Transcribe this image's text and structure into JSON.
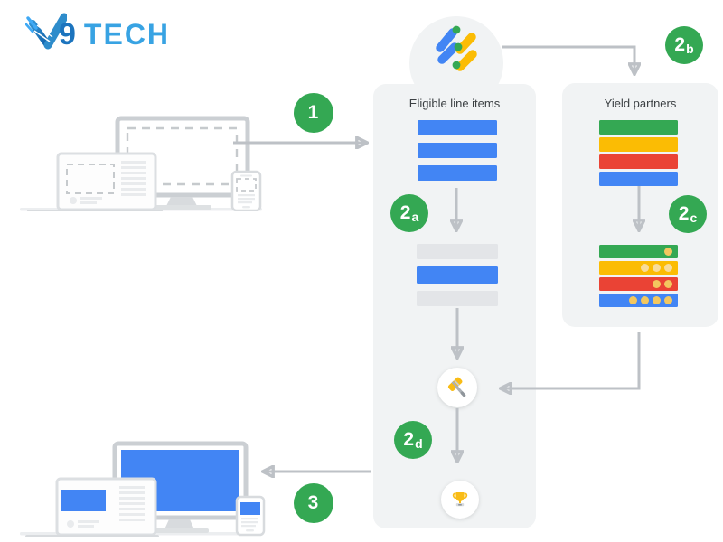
{
  "brand": {
    "number": "9",
    "name": "TECH"
  },
  "flow": {
    "eligible_panel_title": "Eligible line items",
    "yield_panel_title": "Yield partners"
  },
  "badges": {
    "step_1": {
      "main": "1",
      "sub": ""
    },
    "step_2a": {
      "main": "2",
      "sub": "a"
    },
    "step_2b": {
      "main": "2",
      "sub": "b"
    },
    "step_2c": {
      "main": "2",
      "sub": "c"
    },
    "step_2d": {
      "main": "2",
      "sub": "d"
    },
    "step_3": {
      "main": "3",
      "sub": ""
    }
  },
  "colors": {
    "blue": "#4285F4",
    "green": "#34A853",
    "yellow": "#FBBC04",
    "red": "#EA4335",
    "gray_bar": "#E3E5E8",
    "panel_bg": "#F1F3F4",
    "arrow": "#BDC1C6",
    "badge_bg": "#34A853",
    "coin": "#F3C75F",
    "coin_on_yellow": "#F8DC9A",
    "brand_dark_blue": "#1C74BE",
    "brand_light_blue": "#38A3E3"
  },
  "bars": {
    "eligible": [
      {
        "color": "blue"
      },
      {
        "color": "blue"
      },
      {
        "color": "blue"
      }
    ],
    "selected": [
      {
        "color": "gray_bar"
      },
      {
        "color": "blue"
      },
      {
        "color": "gray_bar"
      }
    ],
    "yield_partners": [
      {
        "color": "green"
      },
      {
        "color": "yellow"
      },
      {
        "color": "red"
      },
      {
        "color": "blue"
      }
    ],
    "yield_bids": [
      {
        "color": "green",
        "coins": 1
      },
      {
        "color": "yellow",
        "coins": 3
      },
      {
        "color": "red",
        "coins": 2
      },
      {
        "color": "blue",
        "coins": 4
      }
    ]
  },
  "icons": {
    "ad_manager_logo": "google-ad-manager-diagonal-bars",
    "gavel": "auction-gavel",
    "trophy": "winner-trophy"
  }
}
